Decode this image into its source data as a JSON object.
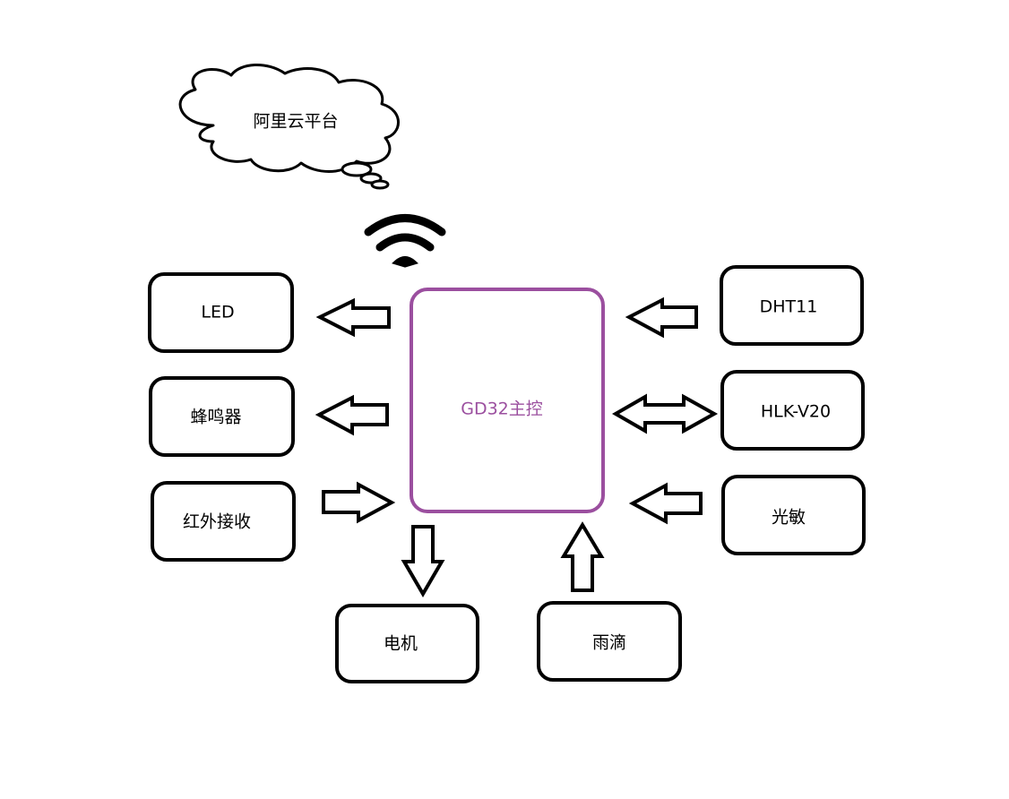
{
  "colors": {
    "stroke": "#000000",
    "background": "#ffffff",
    "main_border": "#9b4f9f",
    "main_text": "#9b4f9f"
  },
  "cloud": {
    "label": "阿里云平台",
    "icon": "cloud-icon"
  },
  "wifi": {
    "icon": "wifi-icon"
  },
  "main_controller": {
    "label": "GD32主控"
  },
  "modules": {
    "led": "LED",
    "buzzer": "蜂鸣器",
    "ir_receiver": "红外接收",
    "motor": "电机",
    "raindrop": "雨滴",
    "dht11": "DHT11",
    "hlk_v20": "HLK-V20",
    "photosensitive": "光敏"
  },
  "arrows": [
    {
      "name": "arrow-to-led",
      "direction": "outgoing"
    },
    {
      "name": "arrow-to-buzzer",
      "direction": "outgoing"
    },
    {
      "name": "arrow-from-ir-receiver",
      "direction": "incoming"
    },
    {
      "name": "arrow-to-motor",
      "direction": "outgoing"
    },
    {
      "name": "arrow-from-raindrop",
      "direction": "incoming"
    },
    {
      "name": "arrow-from-dht11",
      "direction": "incoming"
    },
    {
      "name": "arrow-hlk-v20-bidirectional",
      "direction": "bidirectional"
    },
    {
      "name": "arrow-from-photosensitive",
      "direction": "incoming"
    }
  ]
}
